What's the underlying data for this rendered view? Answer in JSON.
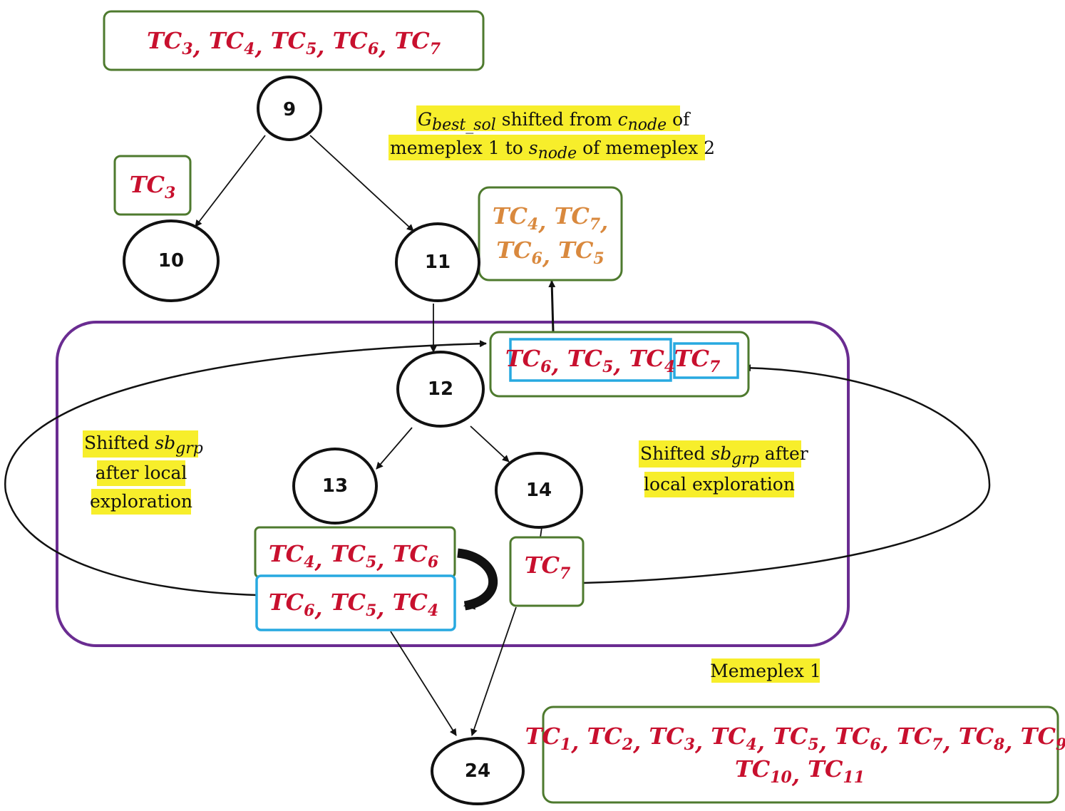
{
  "nodes": {
    "n9": "9",
    "n10": "10",
    "n11": "11",
    "n12": "12",
    "n13": "13",
    "n14": "14",
    "n24": "24"
  },
  "boxes": {
    "top": {
      "items": [
        "3",
        "4",
        "5",
        "6",
        "7"
      ]
    },
    "left_tc3": {
      "items": [
        "3"
      ]
    },
    "shifted_orange": {
      "line1": [
        "4",
        "7"
      ],
      "line2": [
        "6",
        "5"
      ]
    },
    "memeplex_inner": {
      "group1": [
        "6",
        "5",
        "4"
      ],
      "group2": [
        "7"
      ]
    },
    "n13_before": {
      "items": [
        "4",
        "5",
        "6"
      ]
    },
    "n13_after": {
      "items": [
        "6",
        "5",
        "4"
      ]
    },
    "n14_tc7": {
      "items": [
        "7"
      ]
    },
    "all": {
      "line1": [
        "1",
        "2",
        "3",
        "4",
        "5",
        "6",
        "7",
        "8",
        "9"
      ],
      "line2": [
        "10",
        "11"
      ]
    }
  },
  "tc_prefix": "TC",
  "separator": ", ",
  "notes": {
    "gbest": {
      "g": "G",
      "g_sub": "best_sol",
      "mid1": " shifted from ",
      "c": "c",
      "c_sub": "node",
      "of": " of",
      "line2_a": "memeplex 1 to ",
      "s": "s",
      "s_sub": "node",
      "line2_b": " of memeplex 2"
    },
    "shifted_left": {
      "line1_a": "Shifted ",
      "sb": "sb",
      "sb_sub": "grp",
      "line2": "after local",
      "line3": "exploration"
    },
    "shifted_right": {
      "line1_a": "Shifted ",
      "sb": "sb",
      "sb_sub": "grp",
      "line1_b": " after",
      "line2": "local exploration"
    },
    "memeplex": "Memeplex 1"
  },
  "colors": {
    "green_box": "#4e7a2e",
    "blue_box": "#27a9e0",
    "purple_border": "#6a2c91",
    "tc_red": "#c8102e",
    "tc_orange": "#d9893e",
    "highlight": "#f7ee2b"
  }
}
